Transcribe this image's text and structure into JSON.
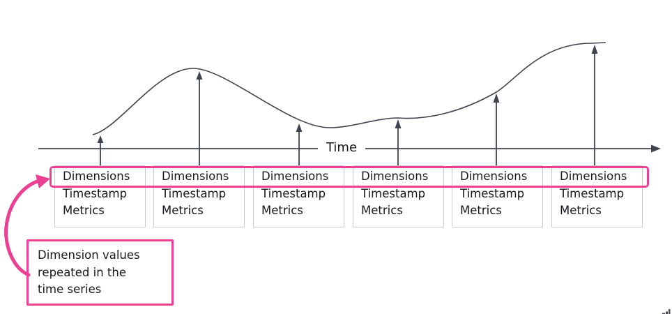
{
  "colors": {
    "accent_pink": "#EC4192",
    "ink": "#3F434E",
    "box_border": "#C8CACF",
    "text": "#17181C"
  },
  "axis": {
    "label": "Time"
  },
  "record_boxes": [
    {
      "dimensions": "Dimensions",
      "timestamp": "Timestamp",
      "metrics": "Metrics"
    },
    {
      "dimensions": "Dimensions",
      "timestamp": "Timestamp",
      "metrics": "Metrics"
    },
    {
      "dimensions": "Dimensions",
      "timestamp": "Timestamp",
      "metrics": "Metrics"
    },
    {
      "dimensions": "Dimensions",
      "timestamp": "Timestamp",
      "metrics": "Metrics"
    },
    {
      "dimensions": "Dimensions",
      "timestamp": "Timestamp",
      "metrics": "Metrics"
    },
    {
      "dimensions": "Dimensions",
      "timestamp": "Timestamp",
      "metrics": "Metrics"
    }
  ],
  "callout": {
    "lines": [
      "Dimension values",
      "repeated in the",
      "time series"
    ]
  }
}
